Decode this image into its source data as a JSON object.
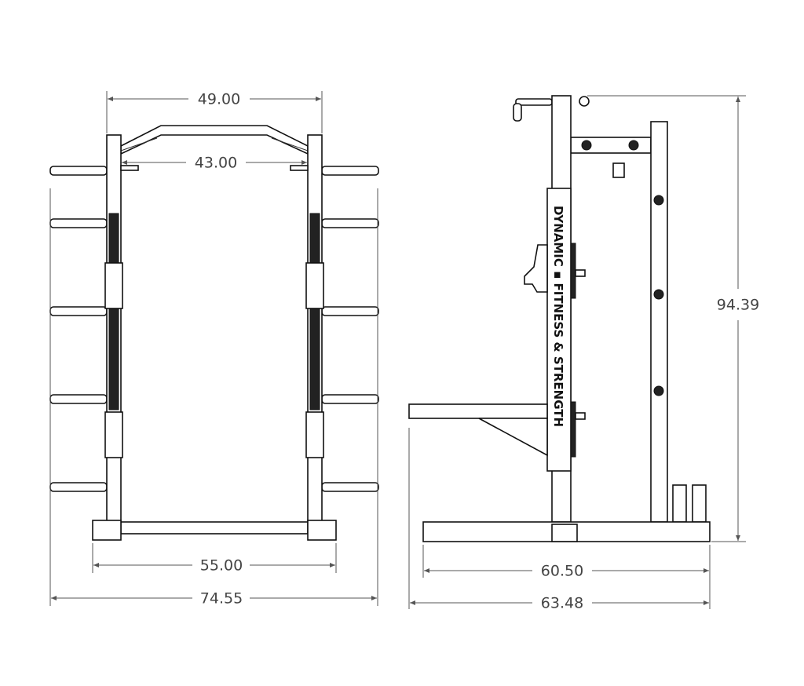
{
  "drawing": {
    "front_view": {
      "dimensions": {
        "top_outer_width": "49.00",
        "inner_width": "43.00",
        "base_width": "55.00",
        "overall_width": "74.55"
      }
    },
    "side_view": {
      "brand_logo_text": "DYNAMIC FITNESS & STRENGTH",
      "dimensions": {
        "height": "94.39",
        "base_depth": "60.50",
        "overall_depth": "63.48"
      }
    }
  }
}
